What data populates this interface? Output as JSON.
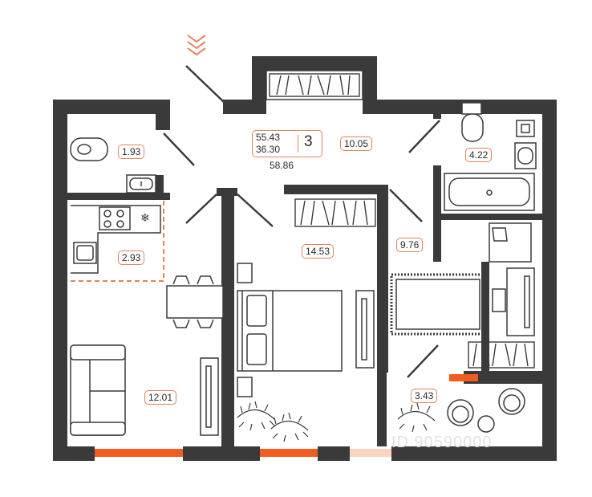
{
  "summary": {
    "total_area_top": "55.43",
    "living_area": "36.30",
    "rooms_count": "3",
    "total_area": "58.86"
  },
  "rooms": {
    "bathroom_left": "1.93",
    "hall": "10.05",
    "bathroom_right": "4.22",
    "kitchen": "2.93",
    "bedroom": "14.53",
    "kids_room": "9.76",
    "living_room": "12.01",
    "balcony": "3.43"
  },
  "watermark": "ID 90590000",
  "colors": {
    "wall": "#3a3a3a",
    "accent": "#e0855a",
    "window": "#f25c1f",
    "line": "#444444"
  },
  "icons": {
    "entrance": "chevron-down-icon",
    "freezer": "snowflake-icon"
  }
}
